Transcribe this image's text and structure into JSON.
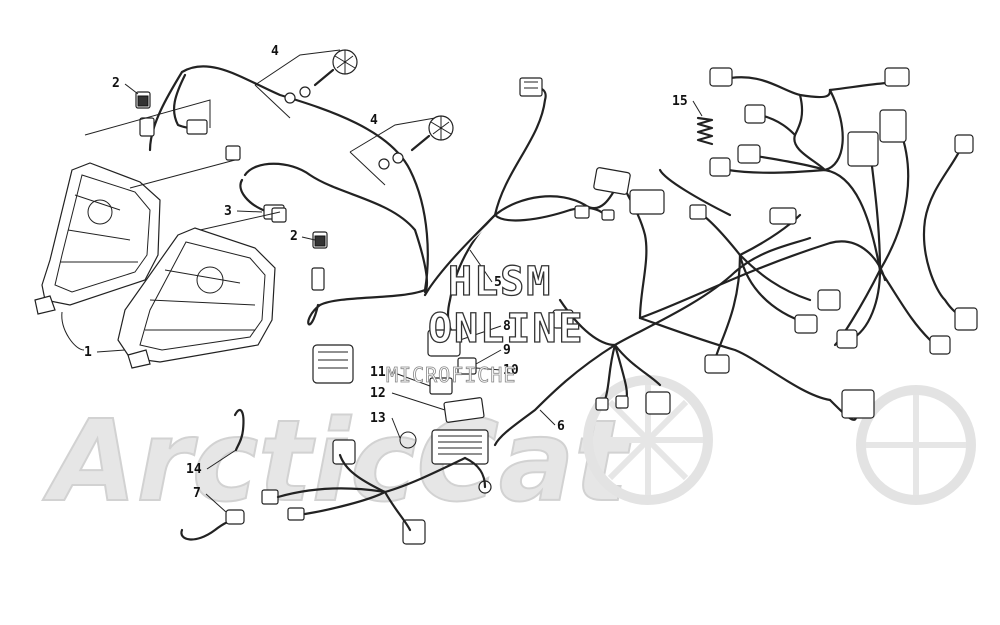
{
  "watermark": {
    "brand": "ArcticCat",
    "line1": "HLSM",
    "line2": "ONLINE",
    "line3": "MICROFICHE"
  },
  "callouts": [
    "1",
    "2",
    "2",
    "3",
    "4",
    "4",
    "5",
    "6",
    "7",
    "8",
    "9",
    "10",
    "11",
    "12",
    "13",
    "14",
    "15"
  ]
}
